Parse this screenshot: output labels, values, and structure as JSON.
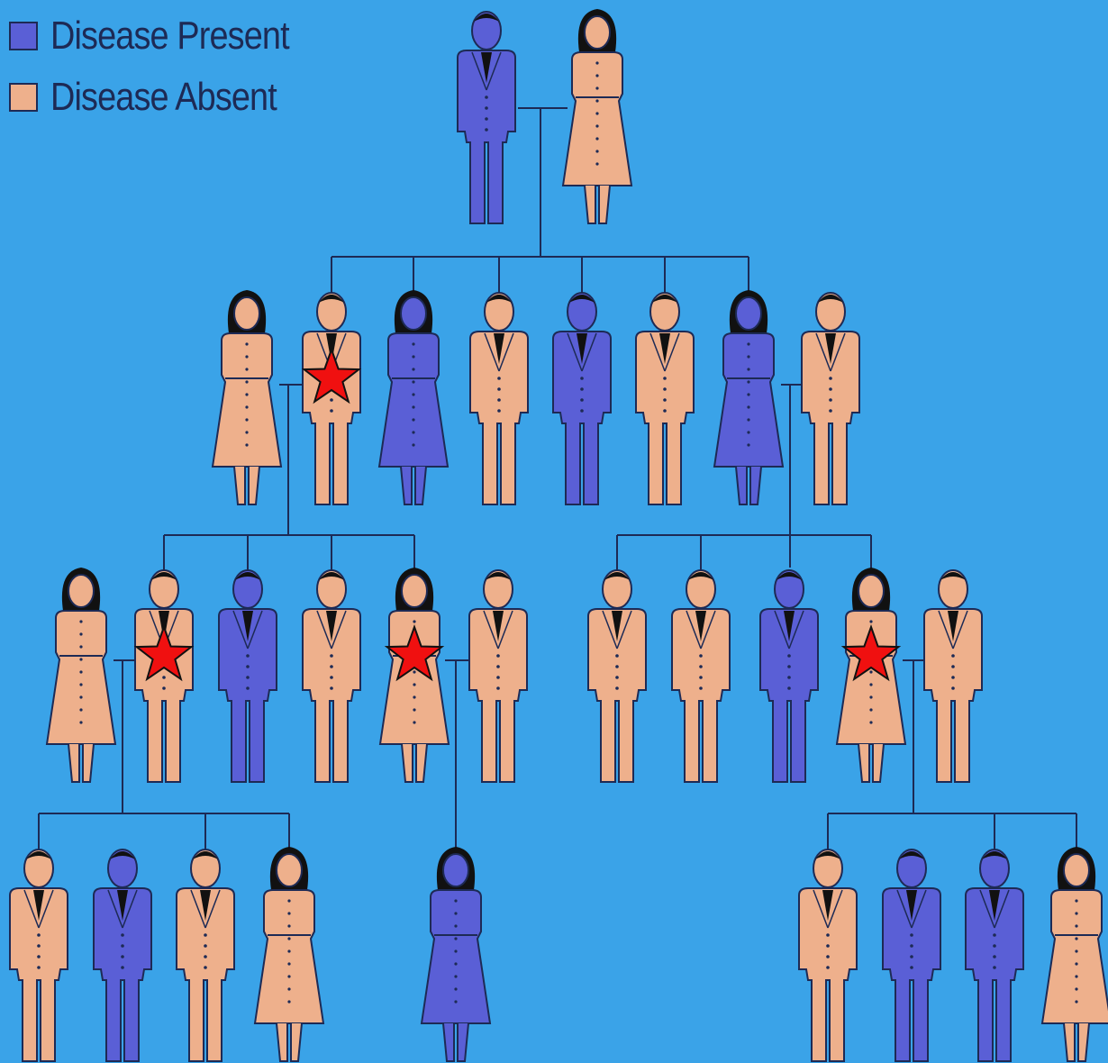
{
  "legend": {
    "present": {
      "label": "Disease Present",
      "color": "#5a5fd6"
    },
    "absent": {
      "label": "Disease Absent",
      "color": "#eeb08c"
    }
  },
  "colors": {
    "background": "#3aa3e8",
    "outline": "#1d2a55",
    "star": "#f01010"
  },
  "pedigree": {
    "generations": [
      {
        "generation": 1,
        "members": [
          {
            "sex": "male",
            "status": "present",
            "star": false
          },
          {
            "sex": "female",
            "status": "absent",
            "star": false
          }
        ]
      },
      {
        "generation": 2,
        "members": [
          {
            "sex": "female",
            "status": "absent",
            "star": false,
            "role": "spouse"
          },
          {
            "sex": "male",
            "status": "absent",
            "star": true
          },
          {
            "sex": "female",
            "status": "present",
            "star": false
          },
          {
            "sex": "male",
            "status": "absent",
            "star": false
          },
          {
            "sex": "male",
            "status": "present",
            "star": false
          },
          {
            "sex": "male",
            "status": "absent",
            "star": false
          },
          {
            "sex": "female",
            "status": "present",
            "star": false
          },
          {
            "sex": "male",
            "status": "absent",
            "star": false,
            "role": "spouse"
          }
        ]
      },
      {
        "generation": 3,
        "members": [
          {
            "sex": "female",
            "status": "absent",
            "star": false,
            "role": "spouse"
          },
          {
            "sex": "male",
            "status": "absent",
            "star": true
          },
          {
            "sex": "male",
            "status": "present",
            "star": false
          },
          {
            "sex": "male",
            "status": "absent",
            "star": false
          },
          {
            "sex": "female",
            "status": "absent",
            "star": true
          },
          {
            "sex": "male",
            "status": "absent",
            "star": false,
            "role": "spouse"
          },
          {
            "sex": "male",
            "status": "absent",
            "star": false
          },
          {
            "sex": "male",
            "status": "absent",
            "star": false
          },
          {
            "sex": "male",
            "status": "present",
            "star": false
          },
          {
            "sex": "female",
            "status": "absent",
            "star": true
          },
          {
            "sex": "male",
            "status": "absent",
            "star": false,
            "role": "spouse"
          }
        ]
      },
      {
        "generation": 4,
        "members": [
          {
            "sex": "male",
            "status": "absent",
            "star": false
          },
          {
            "sex": "male",
            "status": "present",
            "star": false
          },
          {
            "sex": "male",
            "status": "absent",
            "star": false
          },
          {
            "sex": "female",
            "status": "absent",
            "star": false
          },
          {
            "sex": "female",
            "status": "present",
            "star": false
          },
          {
            "sex": "male",
            "status": "absent",
            "star": false
          },
          {
            "sex": "male",
            "status": "present",
            "star": false
          },
          {
            "sex": "male",
            "status": "present",
            "star": false
          },
          {
            "sex": "female",
            "status": "absent",
            "star": false
          }
        ]
      }
    ]
  }
}
